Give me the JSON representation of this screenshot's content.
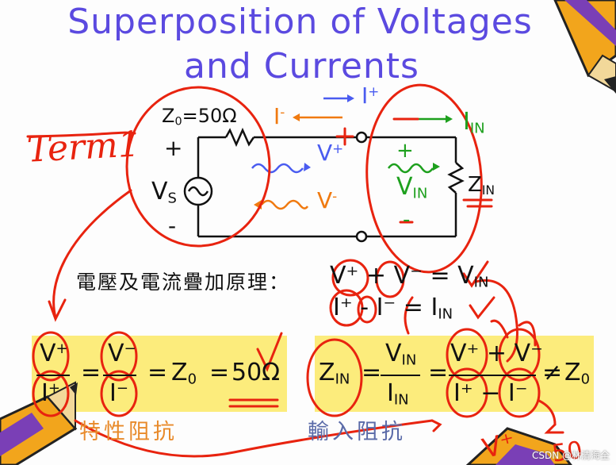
{
  "title": {
    "line1": "Superposition of Voltages",
    "line2": "and  Currents"
  },
  "circuit": {
    "z0_label": "Z",
    "z0_sub": "0",
    "z0_value": "=50Ω",
    "i_plus": "I",
    "i_plus_sup": "+",
    "i_minus": "I",
    "i_minus_sup": "-",
    "i_in": "I",
    "i_in_sub": "IN",
    "plus_sign": "+",
    "minus_sign": "-",
    "vs": "V",
    "vs_sub": "S",
    "v_plus": "V",
    "v_plus_sup": "+",
    "v_minus": "V",
    "v_minus_sup": "-",
    "v_in": "V",
    "v_in_sub": "IN",
    "zin": "Z",
    "zin_sub": "IN"
  },
  "handwriting": {
    "term1": "Term1"
  },
  "principle": {
    "chinese": "電壓及電流疊加原理：",
    "eq1_lhs": "V⁺ + V⁻ = V",
    "eq1_sub": "IN",
    "eq2_lhs": "I⁺ - I⁻ = I",
    "eq2_sub": "IN"
  },
  "eq_left": {
    "num1": "V",
    "num1_sup": "+",
    "den1": "I",
    "den1_sup": "+",
    "num2": "V",
    "num2_sup": "−",
    "den2": "I",
    "den2_sup": "−",
    "z0": "Z",
    "z0_sub": "0",
    "equals": "=",
    "value": "50Ω"
  },
  "eq_right": {
    "zin": "Z",
    "zin_sub": "IN",
    "num1": "V",
    "num1_sub": "IN",
    "den1": "I",
    "den1_sub": "IN",
    "num2": "V⁺ + V⁻",
    "den2": "I⁺ − I⁻",
    "neq": "≠",
    "z0": "Z",
    "z0_sub": "0",
    "equals": "="
  },
  "captions": {
    "left": "特性阻抗",
    "right": "輸入阻抗"
  },
  "watermark": "CSDN @林清海全",
  "colors": {
    "title": "#5b4ae0",
    "blue": "#4a5cf0",
    "orange": "#f07a10",
    "green": "#1ea01e",
    "red_ink": "#e8230f",
    "highlight": "#fcec7c"
  }
}
